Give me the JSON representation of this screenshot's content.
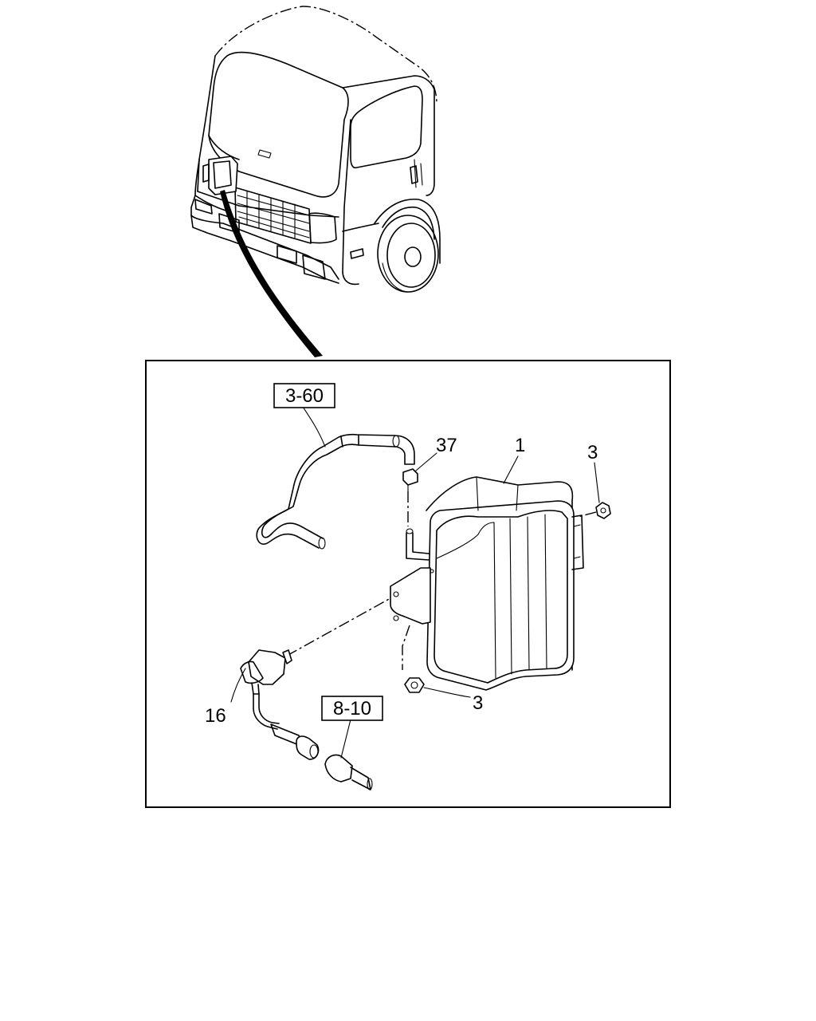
{
  "callouts": {
    "ref_hose": "3-60",
    "ref_harness": "8-10",
    "part_clip": "37",
    "part_tank": "1",
    "part_nut_upper": "3",
    "part_nut_lower": "3",
    "part_sensor": "16"
  },
  "colors": {
    "line": "#000000",
    "background": "#ffffff"
  }
}
